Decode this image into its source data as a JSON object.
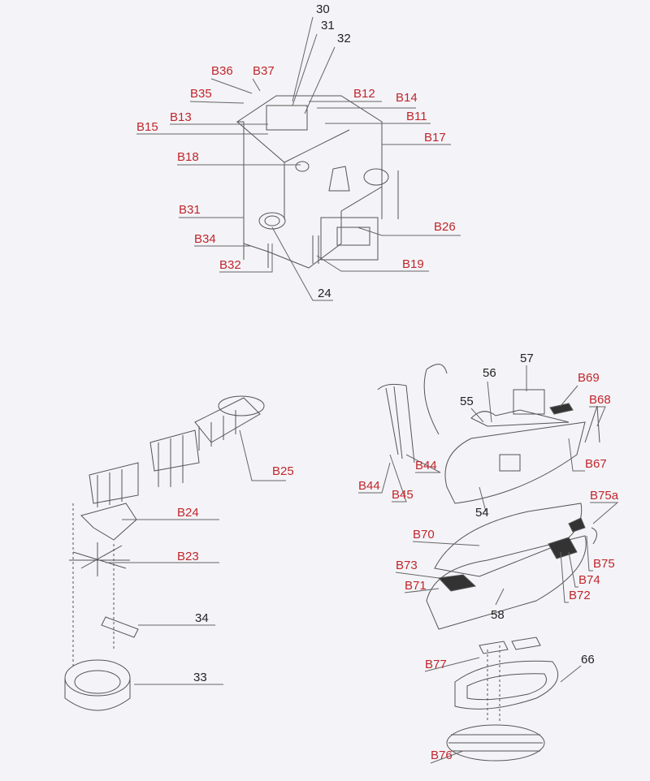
{
  "colors": {
    "background": "#f4f4f8",
    "part_label_red": "#c0262b",
    "part_label_black": "#222222",
    "line": "#555555"
  },
  "labels": {
    "p30": "30",
    "p31": "31",
    "p32": "32",
    "p24": "24",
    "p34": "34",
    "p33": "33",
    "p56": "56",
    "p57": "57",
    "p55": "55",
    "p54": "54",
    "p58": "58",
    "p66": "66",
    "b36": "B36",
    "b37": "B37",
    "b35": "B35",
    "b12": "B12",
    "b14": "B14",
    "b13": "B13",
    "b11": "B11",
    "b15": "B15",
    "b17": "B17",
    "b18": "B18",
    "b31": "B31",
    "b26": "B26",
    "b34": "B34",
    "b32": "B32",
    "b19": "B19",
    "b25": "B25",
    "b24": "B24",
    "b23": "B23",
    "b69": "B69",
    "b68": "B68",
    "b44a": "B44",
    "b67": "B67",
    "b44b": "B44",
    "b45": "B45",
    "b75a": "B75a",
    "b70": "B70",
    "b75": "B75",
    "b73": "B73",
    "b74": "B74",
    "b71": "B71",
    "b72": "B72",
    "b77": "B77",
    "b76": "B76"
  }
}
